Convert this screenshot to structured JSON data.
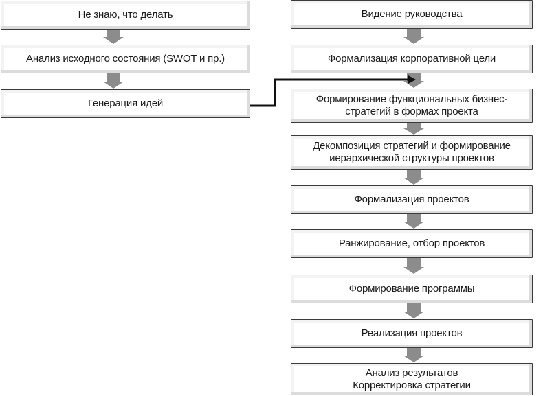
{
  "left_column": {
    "steps": [
      {
        "label": "Не знаю, что делать"
      },
      {
        "label": "Анализ исходного состояния (SWOT и пр.)"
      },
      {
        "label": "Генерация идей"
      }
    ]
  },
  "right_column": {
    "steps": [
      {
        "label": "Видение руководства"
      },
      {
        "label": "Формализация корпоративной цели"
      },
      {
        "label": "Формирование функциональных бизнес-\nстратегий в формах проекта"
      },
      {
        "label": "Декомпозиция стратегий и формирование\nиерархической структуры проектов"
      },
      {
        "label": "Формализация проектов"
      },
      {
        "label": "Ранжирование, отбор проектов"
      },
      {
        "label": "Формирование программы"
      },
      {
        "label": "Реализация проектов"
      },
      {
        "label": "Анализ результатов\nКорректировка стратегии"
      }
    ]
  },
  "colors": {
    "box_border": "#3a3a3a",
    "arrow_fill": "#8c8c8c",
    "connector": "#111111"
  }
}
